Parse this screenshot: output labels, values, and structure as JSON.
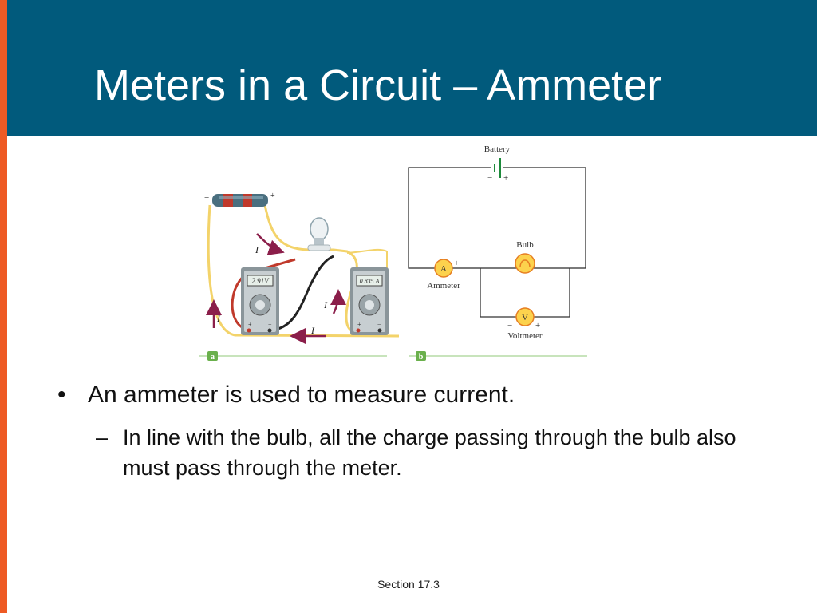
{
  "slide": {
    "title": "Meters in a Circuit – Ammeter",
    "colors": {
      "banner": "#015a7c",
      "accent_bar": "#ee5a24"
    }
  },
  "figure": {
    "photo": {
      "panel_label": "a",
      "current_symbol": "I",
      "voltmeter_display": "2.91V",
      "ammeter_display": "0.835 A",
      "battery_minus": "−",
      "battery_plus": "+",
      "terminal_plus": "+",
      "terminal_minus": "−"
    },
    "schematic": {
      "panel_label": "b",
      "battery_label": "Battery",
      "battery_minus": "−",
      "battery_plus": "+",
      "bulb_label": "Bulb",
      "ammeter_label": "Ammeter",
      "ammeter_symbol": "A",
      "ammeter_minus": "−",
      "ammeter_plus": "+",
      "voltmeter_label": "Voltmeter",
      "voltmeter_symbol": "V",
      "voltmeter_minus": "−",
      "voltmeter_plus": "+"
    }
  },
  "content": {
    "bullets": [
      {
        "text": "An ammeter is used to measure current.",
        "sub": [
          {
            "text": "In line with the bulb, all the charge passing through the bulb also must pass through the meter."
          }
        ]
      }
    ],
    "bullet_mark": "•",
    "sub_mark": "–"
  },
  "footer": {
    "section": "Section 17.3"
  }
}
